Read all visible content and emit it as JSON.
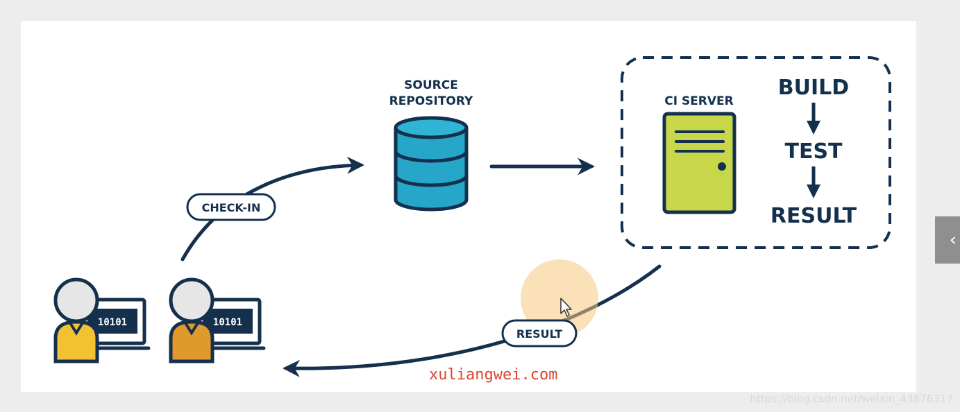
{
  "diagram": {
    "source_repository": {
      "line1": "SOURCE",
      "line2": "REPOSITORY"
    },
    "ci_server": {
      "label": "CI SERVER"
    },
    "pipeline": {
      "build": "BUILD",
      "test": "TEST",
      "result": "RESULT"
    },
    "check_in_label": "CHECK-IN",
    "result_label": "RESULT",
    "developers": [
      {
        "screen_text": "10101"
      },
      {
        "screen_text": "10101"
      }
    ]
  },
  "watermark": "xuliangwei.com",
  "footer_url": "https://blog.csdn.net/weixin_43876317",
  "side_tab": {
    "icon": "chevron-left-icon"
  },
  "colors": {
    "navy": "#14304d",
    "teal": "#26a6c8",
    "server_green": "#c8d64a",
    "person_yellow": "#f2c233",
    "person_orange": "#e0992b",
    "watermark_red": "#e0432d"
  }
}
